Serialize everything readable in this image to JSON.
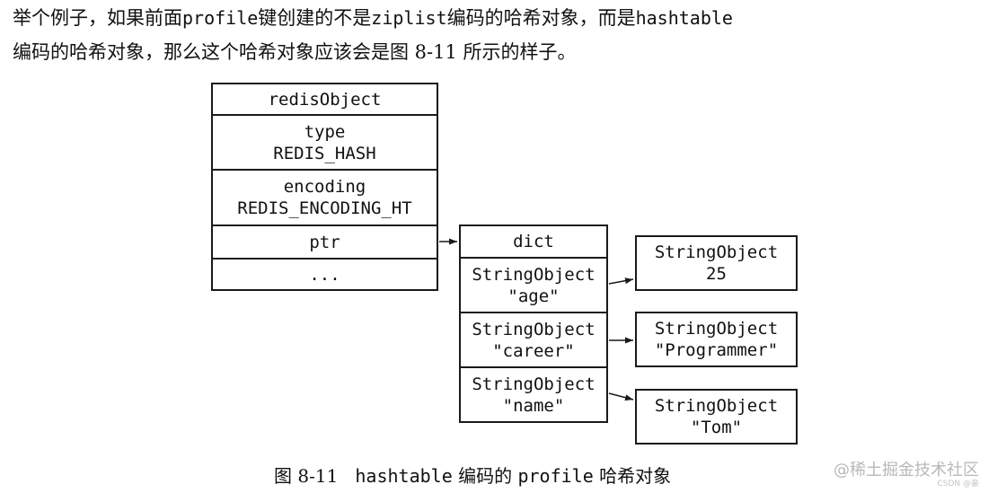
{
  "paragraph": {
    "line1_a": "举个例子，如果前面",
    "line1_code1": "profile",
    "line1_b": "键创建的不是",
    "line1_code2": "ziplist",
    "line1_c": "编码的哈希对象，而是",
    "line1_code3": "hashtable",
    "line2": "编码的哈希对象，那么这个哈希对象应该会是图 8-11 所示的样子。"
  },
  "redis_object": {
    "header": "redisObject",
    "type_label": "type",
    "type_value": "REDIS_HASH",
    "encoding_label": "encoding",
    "encoding_value": "REDIS_ENCODING_HT",
    "ptr": "ptr",
    "ellipsis": "..."
  },
  "dict": {
    "header": "dict",
    "keys": [
      {
        "line1": "StringObject",
        "line2": "\"age\""
      },
      {
        "line1": "StringObject",
        "line2": "\"career\""
      },
      {
        "line1": "StringObject",
        "line2": "\"name\""
      }
    ]
  },
  "values": [
    {
      "line1": "StringObject",
      "line2": "25"
    },
    {
      "line1": "StringObject",
      "line2": "\"Programmer\""
    },
    {
      "line1": "StringObject",
      "line2": "\"Tom\""
    }
  ],
  "caption": {
    "prefix": "图 8-11",
    "code1": "hashtable",
    "mid": "编码的",
    "code2": "profile",
    "suffix": "哈希对象"
  },
  "watermark": {
    "main": "@稀土掘金技术社区",
    "small": "CSDN @豪"
  }
}
